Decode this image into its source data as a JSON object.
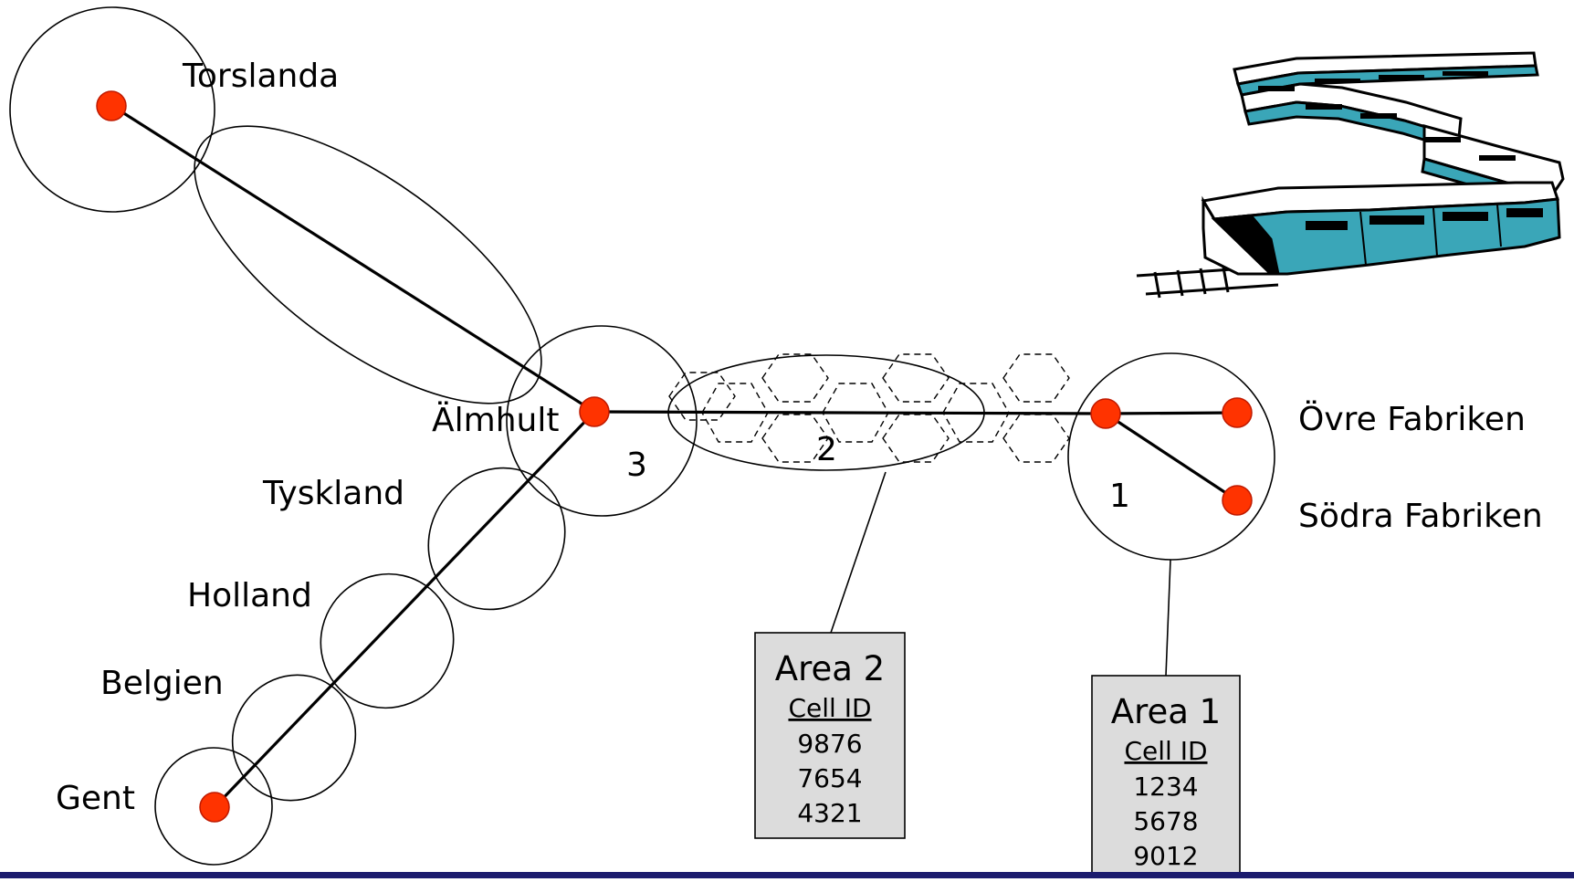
{
  "places": {
    "torslanda": "Torslanda",
    "almhult": "Älmhult",
    "tyskland": "Tyskland",
    "holland": "Holland",
    "belgien": "Belgien",
    "gent": "Gent",
    "ovre_fabriken": "Övre Fabriken",
    "sodra_fabriken": "Södra Fabriken"
  },
  "cells": {
    "cell_1": "1",
    "cell_2": "2",
    "cell_3": "3"
  },
  "area_2": {
    "title": "Area 2",
    "subtitle": "Cell ID",
    "ids": [
      "9876",
      "7654",
      "4321"
    ]
  },
  "area_1": {
    "title": "Area 1",
    "subtitle": "Cell ID",
    "ids": [
      "1234",
      "5678",
      "9012"
    ]
  },
  "colors": {
    "station": "#ff3300",
    "info_box": "#dcdcdc",
    "footer_bar": "#1c1c6e",
    "train_body": "#3aa6b8",
    "train_roof": "#ffffff"
  },
  "icons": {
    "train": "train-clipart-icon"
  }
}
